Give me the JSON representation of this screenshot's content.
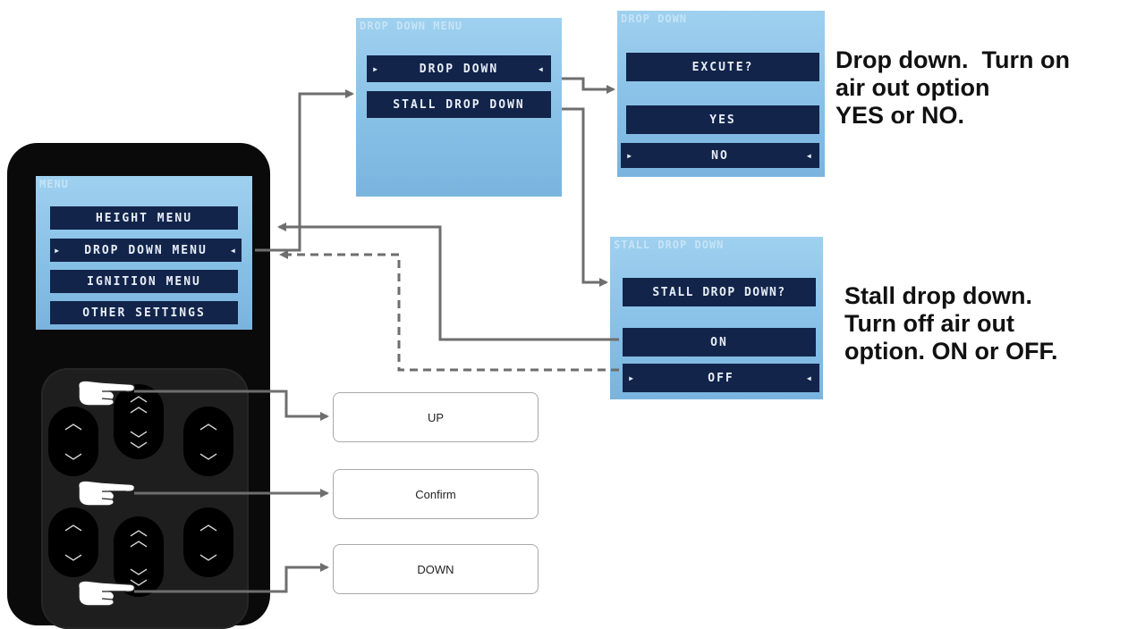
{
  "main_menu": {
    "title": "MENU",
    "items": [
      {
        "label": "HEIGHT MENU"
      },
      {
        "label": "DROP DOWN MENU"
      },
      {
        "label": "IGNITION MENU"
      },
      {
        "label": "OTHER SETTINGS"
      }
    ],
    "selected_index": 1
  },
  "drop_down_menu": {
    "title": "DROP DOWN MENU",
    "items": [
      {
        "label": "DROP DOWN"
      },
      {
        "label": "STALL DROP DOWN"
      }
    ],
    "selected_index": 0
  },
  "drop_down_screen": {
    "title": "DROP DOWN",
    "prompt": "EXCUTE?",
    "options": [
      "YES",
      "NO"
    ],
    "selected": "NO"
  },
  "stall_screen": {
    "title": "STALL DROP DOWN",
    "prompt": "STALL DROP DOWN?",
    "options": [
      "ON",
      "OFF"
    ],
    "selected": "OFF"
  },
  "buttons": {
    "up": "UP",
    "confirm": "Confirm",
    "down": "DOWN"
  },
  "notes": {
    "drop_down": [
      "Drop down.  Turn on",
      "air out option",
      "YES or NO."
    ],
    "stall": [
      "Stall drop down.",
      "Turn off air out",
      "option. ON or OFF."
    ]
  },
  "colors": {
    "lcd": "#8ec6ea",
    "bar": "#12244a",
    "connector": "#6e6e6e"
  },
  "icons": [
    "chevron-up-icon",
    "chevron-down-icon",
    "double-chevron-up-icon",
    "double-chevron-down-icon",
    "pointing-hand-icon",
    "arrow-right-icon",
    "arrow-left-icon",
    "triangle-right-icon",
    "triangle-left-icon"
  ]
}
